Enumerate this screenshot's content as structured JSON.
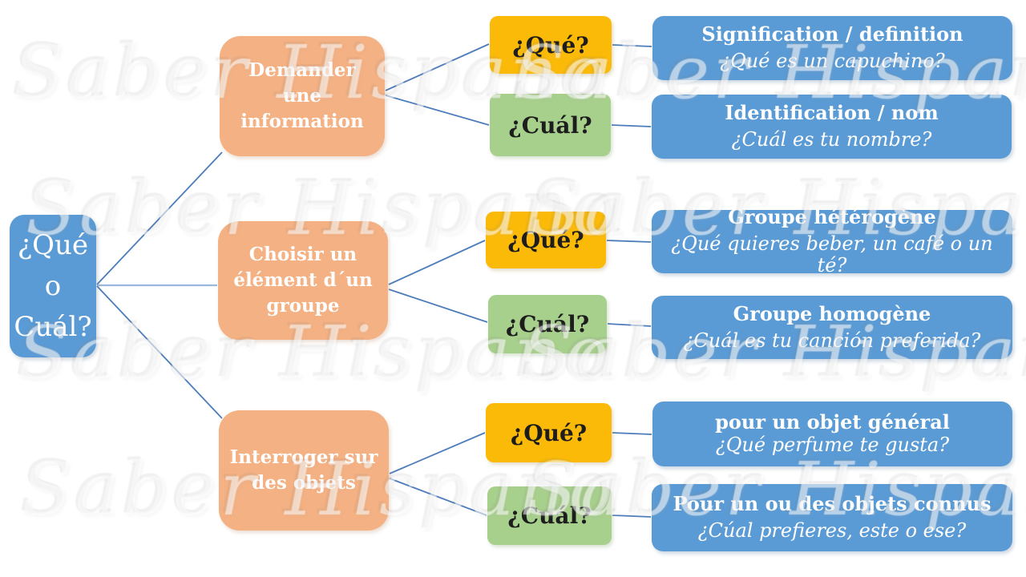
{
  "center": {
    "label": "¿Qué\no\nCuál?"
  },
  "branches": [
    {
      "category": "Demander\nune\ninformation",
      "que": {
        "label": "¿Qué?",
        "title": "Signification / definition",
        "example": "¿Qué es un capuchino?"
      },
      "cual": {
        "label": "¿Cuál?",
        "title": "Identification / nom",
        "example": "¿Cuál es tu nombre?"
      }
    },
    {
      "category": "Choisir un\nélément d´un\ngroupe",
      "que": {
        "label": "¿Qué?",
        "title": "Groupe hétérogène",
        "example": "¿Qué quieres beber, un café o un té?"
      },
      "cual": {
        "label": "¿Cuál?",
        "title": "Groupe homogène",
        "example": "¿Cuál es tu canción preferida?"
      }
    },
    {
      "category": "Interroger sur\ndes objets",
      "que": {
        "label": "¿Qué?",
        "title": "pour un objet général",
        "example": "¿Qué perfume te gusta?"
      },
      "cual": {
        "label": "¿Cuál?",
        "title": "Pour un ou des objets connus",
        "example": "¿Cúal prefieres, este o ese?"
      }
    }
  ],
  "watermark": {
    "text": "Saber Hispano"
  },
  "colors": {
    "root_blue": "#5b9bd5",
    "category_orange": "#f4b183",
    "que_yellow": "#fcba08",
    "cual_green": "#a8d08d",
    "detail_blue": "#5b9bd5",
    "connector_blue": "#4c7cbb",
    "connector_light_blue": "#9ab7dc",
    "label_text_dark": "#1d1d1d",
    "label_text_light": "#ffffff"
  }
}
